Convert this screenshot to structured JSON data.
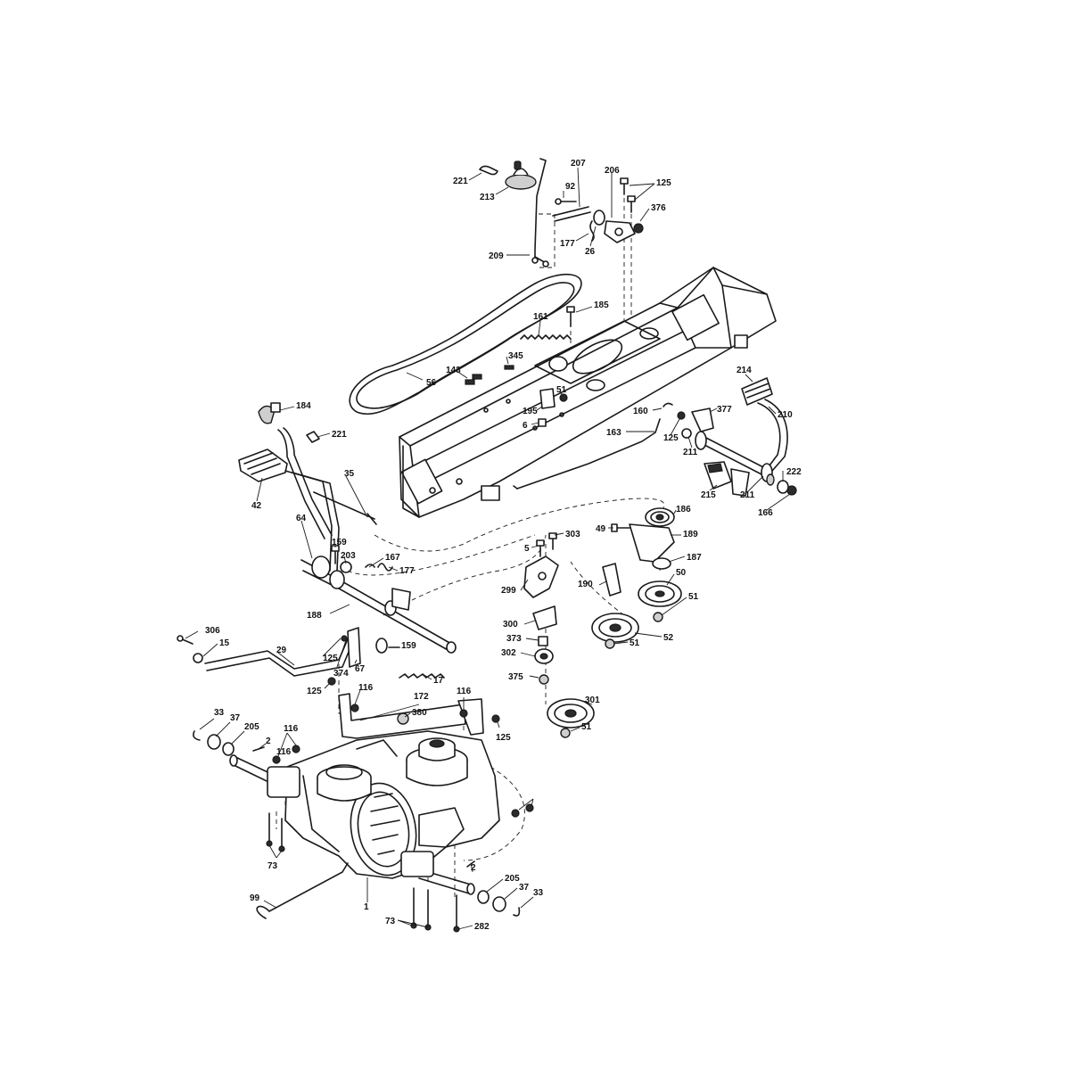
{
  "callouts": [
    {
      "id": "c1",
      "label": "221"
    },
    {
      "id": "c2",
      "label": "213"
    },
    {
      "id": "c3",
      "label": "207"
    },
    {
      "id": "c4",
      "label": "92"
    },
    {
      "id": "c5",
      "label": "206"
    },
    {
      "id": "c6",
      "label": "125"
    },
    {
      "id": "c7",
      "label": "376"
    },
    {
      "id": "c8",
      "label": "177"
    },
    {
      "id": "c9",
      "label": "26"
    },
    {
      "id": "c10",
      "label": "209"
    },
    {
      "id": "c11",
      "label": "161"
    },
    {
      "id": "c12",
      "label": "185"
    },
    {
      "id": "c13",
      "label": "345"
    },
    {
      "id": "c14",
      "label": "143"
    },
    {
      "id": "c15",
      "label": "56"
    },
    {
      "id": "c16",
      "label": "51"
    },
    {
      "id": "c17",
      "label": "195"
    },
    {
      "id": "c18",
      "label": "6"
    },
    {
      "id": "c19",
      "label": "214"
    },
    {
      "id": "c20",
      "label": "160"
    },
    {
      "id": "c21",
      "label": "377"
    },
    {
      "id": "c22",
      "label": "210"
    },
    {
      "id": "c23",
      "label": "163"
    },
    {
      "id": "c24",
      "label": "125"
    },
    {
      "id": "c25",
      "label": "211"
    },
    {
      "id": "c26",
      "label": "222"
    },
    {
      "id": "c27",
      "label": "215"
    },
    {
      "id": "c28",
      "label": "211"
    },
    {
      "id": "c29",
      "label": "166"
    },
    {
      "id": "c30",
      "label": "184"
    },
    {
      "id": "c31",
      "label": "221"
    },
    {
      "id": "c32",
      "label": "35"
    },
    {
      "id": "c33",
      "label": "42"
    },
    {
      "id": "c34",
      "label": "64"
    },
    {
      "id": "c35",
      "label": "159"
    },
    {
      "id": "c36",
      "label": "203"
    },
    {
      "id": "c37",
      "label": "167"
    },
    {
      "id": "c38",
      "label": "177"
    },
    {
      "id": "c39",
      "label": "188"
    },
    {
      "id": "c40",
      "label": "186"
    },
    {
      "id": "c41",
      "label": "49"
    },
    {
      "id": "c42",
      "label": "189"
    },
    {
      "id": "c43",
      "label": "5"
    },
    {
      "id": "c44",
      "label": "303"
    },
    {
      "id": "c45",
      "label": "187"
    },
    {
      "id": "c46",
      "label": "50"
    },
    {
      "id": "c47",
      "label": "299"
    },
    {
      "id": "c48",
      "label": "190"
    },
    {
      "id": "c49",
      "label": "51"
    },
    {
      "id": "c50",
      "label": "300"
    },
    {
      "id": "c51",
      "label": "373"
    },
    {
      "id": "c52",
      "label": "52"
    },
    {
      "id": "c53",
      "label": "51"
    },
    {
      "id": "c54",
      "label": "302"
    },
    {
      "id": "c55",
      "label": "306"
    },
    {
      "id": "c56",
      "label": "15"
    },
    {
      "id": "c57",
      "label": "29"
    },
    {
      "id": "c58",
      "label": "125"
    },
    {
      "id": "c59",
      "label": "374"
    },
    {
      "id": "c60",
      "label": "67"
    },
    {
      "id": "c61",
      "label": "159"
    },
    {
      "id": "c62",
      "label": "375"
    },
    {
      "id": "c63",
      "label": "17"
    },
    {
      "id": "c64",
      "label": "125"
    },
    {
      "id": "c65",
      "label": "116"
    },
    {
      "id": "c66",
      "label": "172"
    },
    {
      "id": "c67",
      "label": "116"
    },
    {
      "id": "c68",
      "label": "380"
    },
    {
      "id": "c69",
      "label": "301"
    },
    {
      "id": "c70",
      "label": "51"
    },
    {
      "id": "c71",
      "label": "125"
    },
    {
      "id": "c72",
      "label": "33"
    },
    {
      "id": "c73",
      "label": "37"
    },
    {
      "id": "c74",
      "label": "205"
    },
    {
      "id": "c75",
      "label": "116"
    },
    {
      "id": "c76",
      "label": "2"
    },
    {
      "id": "c77",
      "label": "116"
    },
    {
      "id": "c78",
      "label": "73"
    },
    {
      "id": "c79",
      "label": "99"
    },
    {
      "id": "c80",
      "label": "2"
    },
    {
      "id": "c81",
      "label": "205"
    },
    {
      "id": "c82",
      "label": "37"
    },
    {
      "id": "c83",
      "label": "33"
    },
    {
      "id": "c84",
      "label": "1"
    },
    {
      "id": "c85",
      "label": "73"
    },
    {
      "id": "c86",
      "label": "282"
    }
  ]
}
